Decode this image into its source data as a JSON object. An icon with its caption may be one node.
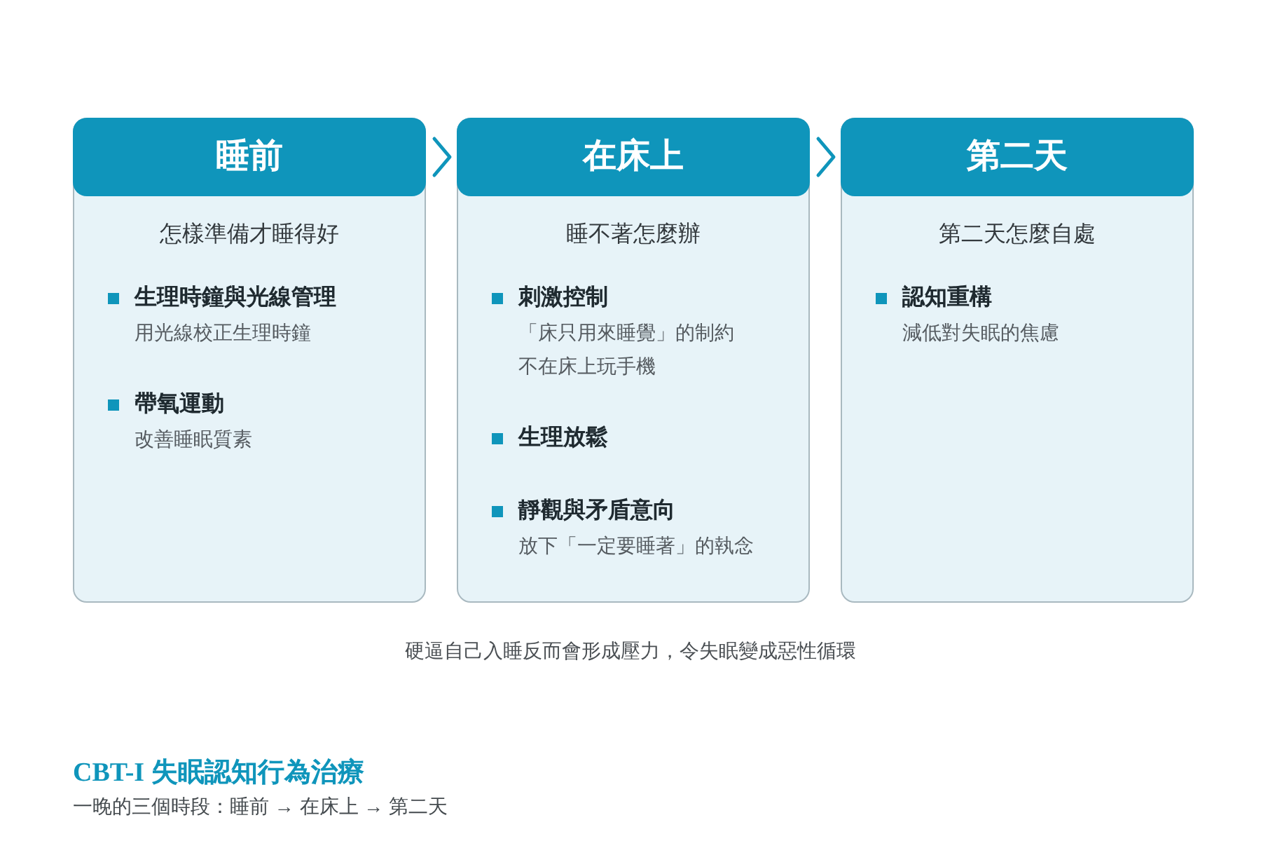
{
  "diagram": {
    "title": "CBT-I 失眠認知行為治療",
    "caption": "一晚的三個時段：睡前 → 在床上 → 第二天",
    "nodes": [
      {
        "text": [
          "睡前",
          "怎樣準備才睡得好"
        ]
      },
      {
        "text": [
          "生理時鐘與光線管理",
          "用光線校正生理時鐘"
        ],
        "in": 0
      },
      {
        "text": [
          "帶氧運動",
          "改善睡眠質素"
        ],
        "in": 0
      },
      {
        "text": [
          "在床上",
          "睡不著怎麼辦"
        ]
      },
      {
        "text": [
          "刺激控制",
          "「床只用來睡覺」的制約",
          "不在床上玩手機"
        ],
        "in": 3
      },
      {
        "text": [
          "生理放鬆"
        ],
        "in": 3
      },
      {
        "text": [
          "靜觀與矛盾意向",
          "放下「一定要睡著」的執念"
        ],
        "in": 3
      },
      {
        "text": [
          "第二天",
          "第二天怎麼自處"
        ]
      },
      {
        "text": [
          "認知重構",
          "減低對失眠的焦慮"
        ],
        "in": 7
      }
    ],
    "edges": [
      {
        "from": 0,
        "to": 3,
        "arrow": "to"
      },
      {
        "from": 3,
        "to": 7,
        "arrow": "to"
      }
    ],
    "labels": [
      "硬逼自己入睡反而會形成壓力，令失眠變成惡性循環"
    ]
  }
}
